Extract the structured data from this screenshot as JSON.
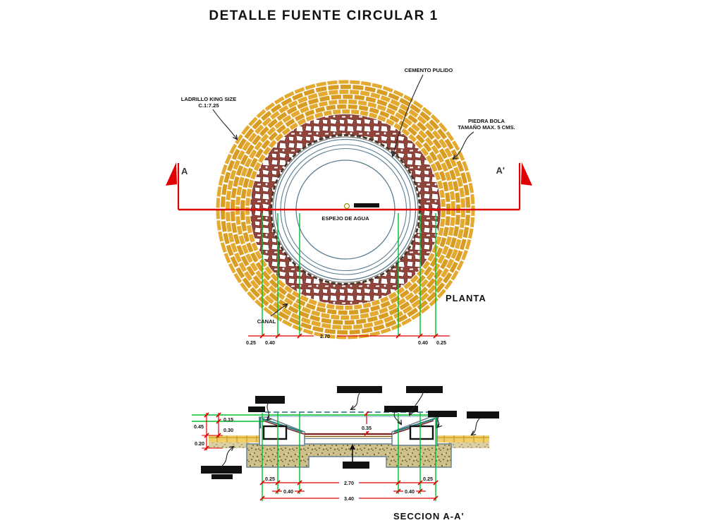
{
  "title": "DETALLE FUENTE CIRCULAR 1",
  "plan": {
    "view_label": "PLANTA",
    "marker_left": "A",
    "marker_right": "A'",
    "label_brick_1": "LADRILLO KING SIZE",
    "label_brick_2": "C.1:7.25",
    "label_rim": "CEMENTO PULIDO",
    "label_stone_1": "PIEDRA BOLA",
    "label_stone_2": "TAMAÑO MAX. 5 CMS.",
    "label_water": "ESPEJO DE AGUA",
    "label_canal": "CANAL",
    "dims": {
      "d1": "0.25",
      "d2": "0.40",
      "d3": "2.70",
      "d4": "0.40",
      "d5": "0.25"
    }
  },
  "section": {
    "view_label": "SECCION A-A'",
    "dim_top": "0.15",
    "dim_mid": "0.30",
    "dim_left_total": "0.45",
    "dim_below": "0.20",
    "dim_depth": "0.35",
    "dims_bottom": {
      "left_025": "0.25",
      "center_270": "2.70",
      "right_025": "0.25",
      "left_040": "0.40",
      "right_040": "0.40",
      "total": "3.40"
    }
  },
  "colors": {
    "brick_yellow": "#e3aa2f",
    "stone_maroon": "#93453c",
    "pool_blue": "#5d7f93",
    "section_line_red": "#e10000",
    "projection_green": "#00bf2e",
    "teal_edge": "#1f7a7a",
    "concrete_khaki": "#cdc08b",
    "label_black": "#111111"
  }
}
